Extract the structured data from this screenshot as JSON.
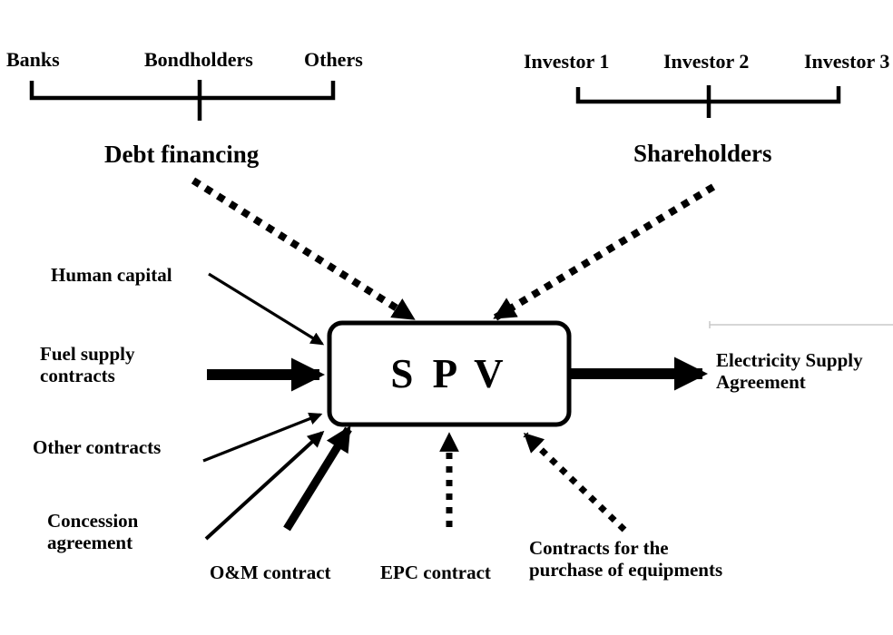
{
  "colors": {
    "ink": "#000000",
    "background": "#ffffff",
    "artifact_gray": "#c8c8c8"
  },
  "groups": {
    "debt": {
      "members": [
        "Banks",
        "Bondholders",
        "Others"
      ],
      "label": "Debt financing"
    },
    "equity": {
      "members": [
        "Investor 1",
        "Investor 2",
        "Investor 3"
      ],
      "label": "Shareholders"
    }
  },
  "spv": {
    "label": "S P V"
  },
  "inputs": {
    "human_capital": "Human capital",
    "fuel_supply": "Fuel supply\ncontracts",
    "other_contracts": "Other contracts",
    "concession": "Concession\nagreement",
    "om_contract": "O&M contract",
    "epc_contract": "EPC contract",
    "purchase_equipment": "Contracts for the\npurchase of equipments"
  },
  "output": {
    "electricity": "Electricity Supply\nAgreement"
  },
  "connections": [
    {
      "from": "Debt financing",
      "to": "SPV",
      "style": "dotted"
    },
    {
      "from": "Shareholders",
      "to": "SPV",
      "style": "dotted"
    },
    {
      "from": "Human capital",
      "to": "SPV",
      "style": "solid-thin"
    },
    {
      "from": "Fuel supply contracts",
      "to": "SPV",
      "style": "solid-thick"
    },
    {
      "from": "Other contracts",
      "to": "SPV",
      "style": "solid-thin"
    },
    {
      "from": "Concession agreement",
      "to": "SPV",
      "style": "solid-thin"
    },
    {
      "from": "O&M contract",
      "to": "SPV",
      "style": "solid-thick"
    },
    {
      "from": "EPC contract",
      "to": "SPV",
      "style": "dotted"
    },
    {
      "from": "Contracts for the purchase of equipments",
      "to": "SPV",
      "style": "dotted"
    },
    {
      "from": "SPV",
      "to": "Electricity Supply Agreement",
      "style": "solid-thick"
    }
  ]
}
